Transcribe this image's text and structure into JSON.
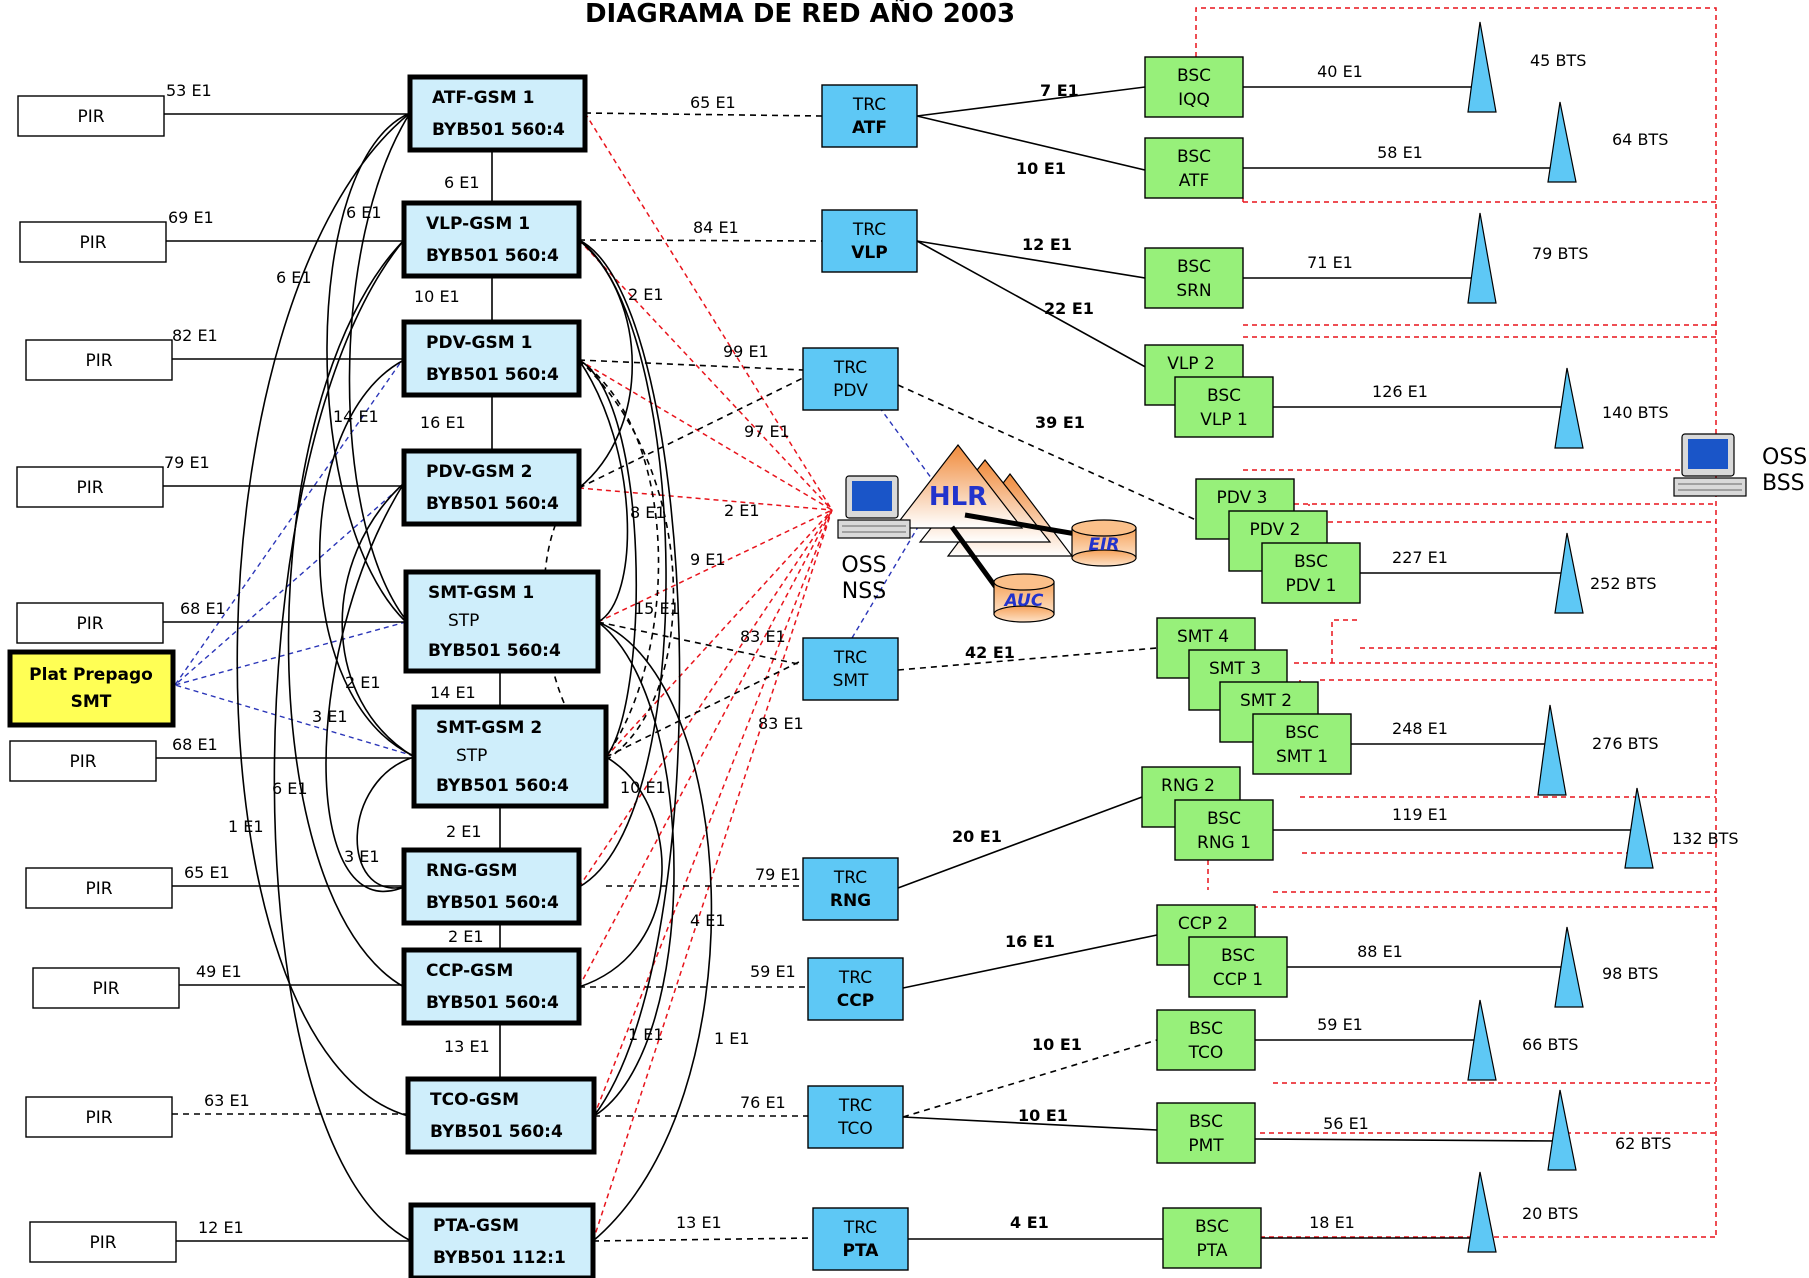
{
  "title": "DIAGRAMA DE RED AÑO 2003",
  "pirs": [
    {
      "label": "PIR",
      "link": "53 E1"
    },
    {
      "label": "PIR",
      "link": "69 E1"
    },
    {
      "label": "PIR",
      "link": "82 E1"
    },
    {
      "label": "PIR",
      "link": "79 E1"
    },
    {
      "label": "PIR",
      "link": "68 E1"
    },
    {
      "label": "PIR",
      "link": "68 E1"
    },
    {
      "label": "PIR",
      "link": "65 E1"
    },
    {
      "label": "PIR",
      "link": "49 E1"
    },
    {
      "label": "PIR",
      "link": "63 E1"
    },
    {
      "label": "PIR",
      "link": "12 E1"
    }
  ],
  "platform": {
    "line1": "Plat Prepago",
    "line2": "SMT"
  },
  "mscs": [
    {
      "name": "ATF-GSM 1",
      "stp": "",
      "model": "BYB501 560:4"
    },
    {
      "name": "VLP-GSM 1",
      "stp": "",
      "model": "BYB501 560:4"
    },
    {
      "name": "PDV-GSM 1",
      "stp": "",
      "model": "BYB501 560:4"
    },
    {
      "name": "PDV-GSM 2",
      "stp": "",
      "model": "BYB501 560:4"
    },
    {
      "name": "SMT-GSM 1",
      "stp": "STP",
      "model": "BYB501 560:4"
    },
    {
      "name": "SMT-GSM 2",
      "stp": "STP",
      "model": "BYB501 560:4"
    },
    {
      "name": "RNG-GSM",
      "stp": "",
      "model": "BYB501 560:4"
    },
    {
      "name": "CCP-GSM",
      "stp": "",
      "model": "BYB501 560:4"
    },
    {
      "name": "TCO-GSM",
      "stp": "",
      "model": "BYB501 560:4"
    },
    {
      "name": "PTA-GSM",
      "stp": "",
      "model": "BYB501 112:1"
    }
  ],
  "msc_chain_links": [
    "6 E1",
    "10 E1",
    "16 E1",
    "14 E1",
    "2 E1",
    "2 E1",
    "13 E1"
  ],
  "mesh_labels": [
    "6 E1",
    "6 E1",
    "14 E1",
    "2 E1",
    "3 E1",
    "6 E1",
    "1 E1",
    "3 E1",
    "2 E1",
    "8 E1",
    "9 E1",
    "15 E1",
    "10 E1",
    "4 E1",
    "1 E1",
    "1 E1"
  ],
  "msc_trc_links": [
    "65 E1",
    "84 E1",
    "99 E1",
    "97 E1",
    "2 E1",
    "83 E1",
    "83 E1",
    "79 E1",
    "59 E1",
    "76 E1",
    "13 E1"
  ],
  "trcs": [
    {
      "top": "TRC",
      "bottom": "ATF",
      "bold": true
    },
    {
      "top": "TRC",
      "bottom": "VLP",
      "bold": true
    },
    {
      "top": "TRC",
      "bottom": "PDV",
      "bold": false
    },
    {
      "top": "TRC",
      "bottom": "SMT",
      "bold": false
    },
    {
      "top": "TRC",
      "bottom": "RNG",
      "bold": true
    },
    {
      "top": "TRC",
      "bottom": "CCP",
      "bold": true
    },
    {
      "top": "TRC",
      "bottom": "TCO",
      "bold": false
    },
    {
      "top": "TRC",
      "bottom": "PTA",
      "bold": true
    }
  ],
  "trc_bsc_links": [
    "7 E1",
    "10 E1",
    "12 E1",
    "22 E1",
    "39 E1",
    "42 E1",
    "20 E1",
    "16 E1",
    "10 E1",
    "10 E1",
    "4 E1"
  ],
  "core": {
    "hlr": "HLR",
    "eir": "EIR",
    "auc": "AUC",
    "oss_nss": [
      "OSS",
      "NSS"
    ],
    "oss_bss": [
      "OSS",
      "BSS"
    ]
  },
  "bscs": [
    {
      "name": "BSC IQQ",
      "l1": "BSC",
      "l2": "IQQ",
      "back": [],
      "link": "40 E1",
      "bts": "45 BTS"
    },
    {
      "name": "BSC ATF",
      "l1": "BSC",
      "l2": "ATF",
      "back": [],
      "link": "58 E1",
      "bts": "64 BTS"
    },
    {
      "name": "BSC SRN",
      "l1": "BSC",
      "l2": "SRN",
      "back": [],
      "link": "71 E1",
      "bts": "79 BTS"
    },
    {
      "name": "BSC VLP 1",
      "l1": "BSC",
      "l2": "VLP 1",
      "back": [
        "VLP 2"
      ],
      "link": "126 E1",
      "bts": "140 BTS"
    },
    {
      "name": "BSC PDV 1",
      "l1": "BSC",
      "l2": "PDV 1",
      "back": [
        "PDV 3",
        "PDV 2"
      ],
      "link": "227 E1",
      "bts": "252 BTS"
    },
    {
      "name": "BSC SMT 1",
      "l1": "BSC",
      "l2": "SMT 1",
      "back": [
        "SMT 4",
        "SMT 3",
        "SMT 2"
      ],
      "link": "248 E1",
      "bts": "276 BTS"
    },
    {
      "name": "BSC RNG 1",
      "l1": "BSC",
      "l2": "RNG 1",
      "back": [
        "RNG 2"
      ],
      "link": "119 E1",
      "bts": "132 BTS"
    },
    {
      "name": "BSC CCP 1",
      "l1": "BSC",
      "l2": "CCP 1",
      "back": [
        "CCP 2"
      ],
      "link": "88 E1",
      "bts": "98 BTS"
    },
    {
      "name": "BSC TCO",
      "l1": "BSC",
      "l2": "TCO",
      "back": [],
      "link": "59 E1",
      "bts": "66 BTS"
    },
    {
      "name": "BSC PMT",
      "l1": "BSC",
      "l2": "PMT",
      "back": [],
      "link": "56 E1",
      "bts": "62 BTS"
    },
    {
      "name": "BSC PTA",
      "l1": "BSC",
      "l2": "PTA",
      "back": [],
      "link": "18 E1",
      "bts": "20 BTS"
    }
  ],
  "colors": {
    "msc": "#cfeefb",
    "trc": "#5ec8f5",
    "bsc": "#97f07a",
    "platform": "#ffff55",
    "oss_link": "#e8141c",
    "hlr_link": "#2a35b8",
    "hlr": "#f4a259"
  }
}
